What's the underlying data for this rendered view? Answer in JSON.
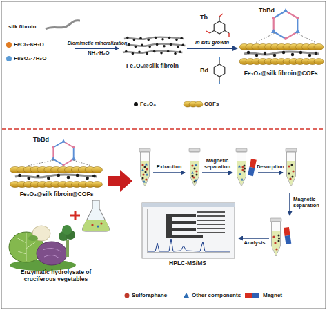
{
  "diagram": {
    "nodes": [
      {
        "text": [
          "Fe₃O₄@silk fibroin"
        ]
      },
      {
        "text": [
          "TbBd",
          "Fe₃O₄@silk fibroin@COFs"
        ]
      },
      {
        "text": [
          "TbBd",
          "Fe₃O₄@silk fibroin@COFs"
        ]
      },
      {
        "text": [
          "Enzymatic hydrolysate of cruciferous vegetables"
        ]
      },
      {
        "text": [
          "HPLC-MS/MS"
        ]
      }
    ],
    "edges": [
      {
        "from": 0,
        "to": 1,
        "arrow": "to",
        "label": "In situ growth"
      }
    ],
    "labels": [
      "silk fibroin",
      "FeCl₃·6H₂O",
      "FeSO₄·7H₂O",
      "Biomimetic mineralization",
      "NH₃·H₂O",
      "Tb",
      "Bd",
      "Extraction",
      "Magnetic separation",
      "Desorption",
      "Magnetic separation",
      "Analysis"
    ],
    "legend": [
      {
        "text": "Fe₃O₄"
      },
      {
        "text": "COFs"
      },
      {
        "text": "Sulforaphane"
      },
      {
        "text": "Other components"
      },
      {
        "text": "Magnet"
      }
    ]
  }
}
